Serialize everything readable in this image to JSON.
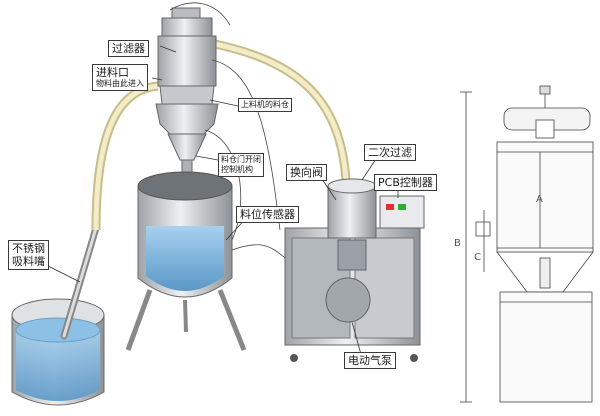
{
  "labels": {
    "filter": "过滤器",
    "inlet_line1": "进料口",
    "inlet_line2": "物料由此进入",
    "upper_bin": "上料机的料仓",
    "hopper_gate_line1": "料仓门开闭",
    "hopper_gate_line2": "控制机构",
    "level_sensor": "料位传感器",
    "suction_nozzle_line1": "不锈钢",
    "suction_nozzle_line2": "吸料嘴",
    "reversing_valve": "换向阀",
    "secondary_filter": "二次过滤",
    "pcb_controller": "PCB控制器",
    "electric_pump": "电动气泵"
  },
  "dimensions": {
    "a": "A",
    "b": "B",
    "c": "C"
  },
  "colors": {
    "liquid": "#7fb2d8",
    "steel": "#c9ccd0",
    "hose": "#e9e0b4",
    "line": "#333333"
  }
}
